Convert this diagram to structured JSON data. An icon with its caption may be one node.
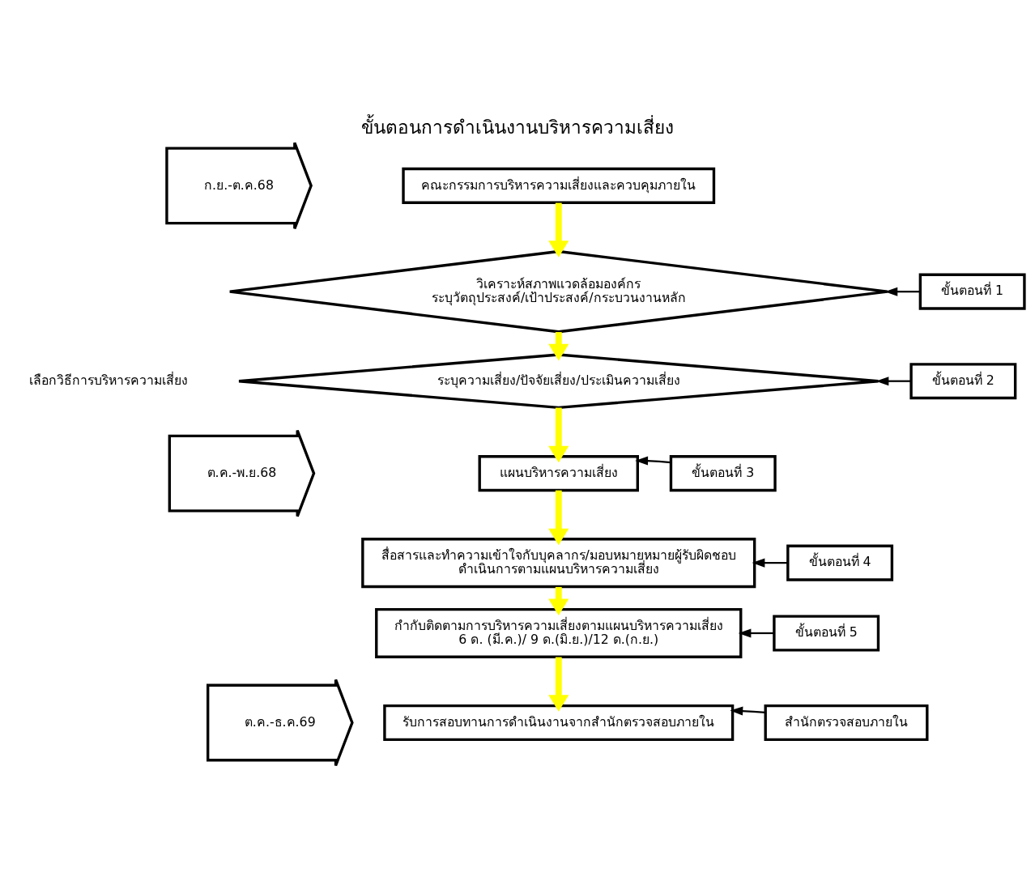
{
  "diagram": {
    "title": "ขั้นตอนการดำเนินงานบริหารความเสี่ยง",
    "nodes": [
      {
        "text": [
          "คณะกรรมการบริหารความเสี่ยงและควบคุมภายใน"
        ]
      },
      {
        "text": [
          "วิเคราะห์สภาพแวดล้อมองค์กร",
          "ระบุวัตถุประสงค์/เป้าประสงค์/กระบวนงานหลัก"
        ]
      },
      {
        "text": [
          "ระบุความเสี่ยง/ปัจจัยเสี่ยง/ประเมินความเสี่ยง"
        ]
      },
      {
        "text": [
          "แผนบริหารความเสี่ยง"
        ]
      },
      {
        "text": [
          "สื่อสารและทำความเข้าใจกับบุคลากร/มอบหมายหมายผู้รับผิดชอบ",
          "ดำเนินการตามแผนบริหารความเสี่ยง"
        ]
      },
      {
        "text": [
          "กำกับติดตามการบริหารความเสี่ยงตามแผนบริหารความเสี่ยง",
          "6 ด. (มี.ค.)/ 9 ด.(มิ.ย.)/12 ด.(ก.ย.)"
        ]
      },
      {
        "text": [
          "รับการสอบทานการดำเนินงานจากสำนักตรวจสอบภายใน"
        ]
      },
      {
        "text": [
          "ขั้นตอนที่ 1"
        ]
      },
      {
        "text": [
          "ขั้นตอนที่ 2"
        ]
      },
      {
        "text": [
          "ขั้นตอนที่ 3"
        ]
      },
      {
        "text": [
          "ขั้นตอนที่ 4"
        ]
      },
      {
        "text": [
          "ขั้นตอนที่ 5"
        ]
      },
      {
        "text": [
          "สำนักตรวจสอบภายใน"
        ]
      },
      {
        "text": [
          "ก.ย.-ต.ค.68"
        ]
      },
      {
        "text": [
          "ต.ค.-พ.ย.68"
        ]
      },
      {
        "text": [
          "ต.ค.-ธ.ค.69"
        ]
      }
    ],
    "edges": [
      {
        "from": 0,
        "to": 1,
        "arrow": "to",
        "style": "thick",
        "color": "#ffff00"
      },
      {
        "from": 1,
        "to": 2,
        "arrow": "to",
        "style": "thick",
        "color": "#ffff00"
      },
      {
        "from": 2,
        "to": 3,
        "arrow": "to",
        "style": "thick",
        "color": "#ffff00"
      },
      {
        "from": 3,
        "to": 4,
        "arrow": "to",
        "style": "thick",
        "color": "#ffff00"
      },
      {
        "from": 4,
        "to": 5,
        "arrow": "to",
        "style": "thick",
        "color": "#ffff00"
      },
      {
        "from": 5,
        "to": 6,
        "arrow": "to",
        "style": "thick",
        "color": "#ffff00"
      },
      {
        "from": 7,
        "to": 1,
        "arrow": "to",
        "color": "#000000"
      },
      {
        "from": 8,
        "to": 2,
        "arrow": "to",
        "color": "#000000"
      },
      {
        "from": 9,
        "to": 3,
        "arrow": "to",
        "color": "#000000"
      },
      {
        "from": 10,
        "to": 4,
        "arrow": "to",
        "color": "#000000"
      },
      {
        "from": 11,
        "to": 5,
        "arrow": "to",
        "color": "#000000"
      },
      {
        "from": 12,
        "to": 6,
        "arrow": "to",
        "color": "#000000"
      }
    ],
    "labels": [
      "เลือกวิธีการบริหารความเสี่ยง"
    ]
  }
}
